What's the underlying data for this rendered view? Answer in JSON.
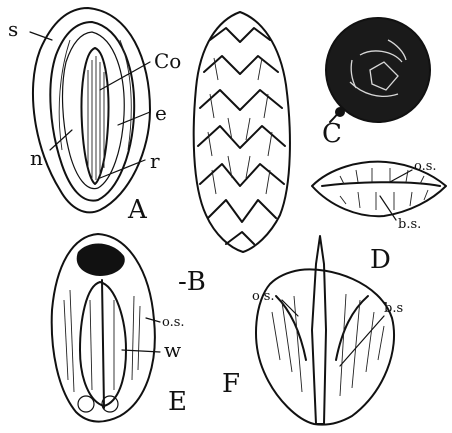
{
  "figures": {
    "A": {
      "letter": "A",
      "labels": {
        "s": "s",
        "co": "Co",
        "e": "e",
        "n": "n",
        "r": "r"
      }
    },
    "B": {
      "letter": "-B"
    },
    "C": {
      "letter": "C"
    },
    "D": {
      "letter": "D",
      "labels": {
        "os": "o.s.",
        "bs": "b.s."
      }
    },
    "E": {
      "letter": "E",
      "labels": {
        "os": "o.s.",
        "w": "w"
      }
    },
    "F": {
      "letter": "F",
      "labels": {
        "os": "o.s.",
        "bs": "b.s"
      }
    }
  },
  "colors": {
    "ink": "#111111",
    "paper": "#ffffff"
  }
}
